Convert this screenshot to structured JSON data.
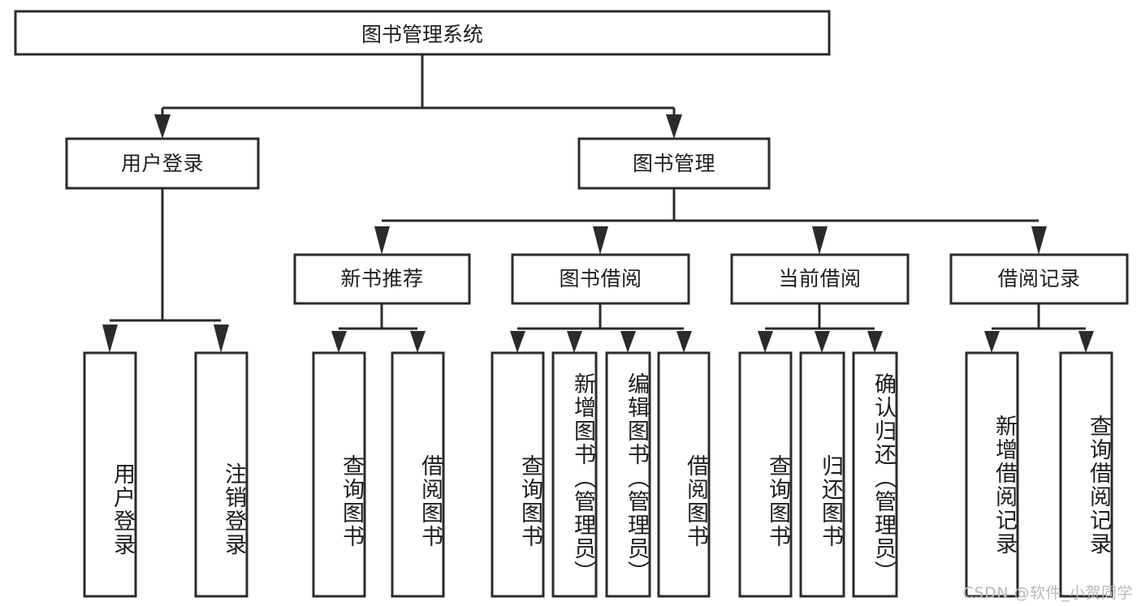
{
  "diagram": {
    "type": "tree-hierarchy",
    "title": "图书管理系统",
    "orientation": "top-down",
    "colors": {
      "box_stroke": "#2b2b2b",
      "box_fill": "#ffffff",
      "connector": "#2b2b2b",
      "text": "#1d1d1d",
      "watermark": "#b9b9b9",
      "background": "#ffffff"
    },
    "root": {
      "label": "图书管理系统"
    },
    "level2": [
      {
        "label": "用户登录"
      },
      {
        "label": "图书管理"
      }
    ],
    "level3": [
      {
        "label": "新书推荐"
      },
      {
        "label": "图书借阅"
      },
      {
        "label": "当前借阅"
      },
      {
        "label": "借阅记录"
      }
    ],
    "leaves": {
      "user_login": [
        {
          "label": "用户登录"
        },
        {
          "label": "注销登录"
        }
      ],
      "new_book_recommend": [
        {
          "label": "查询图书"
        },
        {
          "label": "借阅图书"
        }
      ],
      "book_borrow": [
        {
          "label": "查询图书"
        },
        {
          "label": "新增图书（管理员）"
        },
        {
          "label": "编辑图书（管理员）"
        },
        {
          "label": "借阅图书"
        }
      ],
      "current_borrow": [
        {
          "label": "查询图书"
        },
        {
          "label": "归还图书"
        },
        {
          "label": "确认归还（管理员）"
        }
      ],
      "borrow_record": [
        {
          "label": "新增借阅记录"
        },
        {
          "label": "查询借阅记录"
        }
      ]
    },
    "watermark": "CSDN @软件_小贺同学"
  }
}
